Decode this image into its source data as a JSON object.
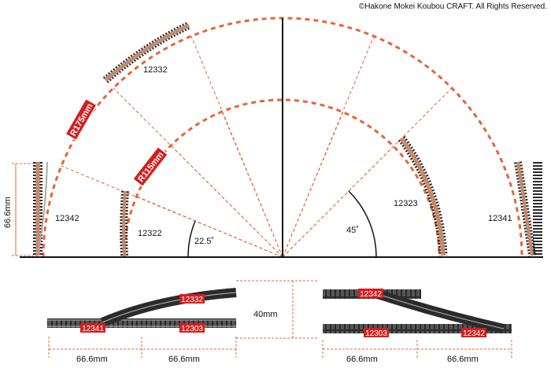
{
  "copyright": "©Hakone Mokei Koubou CRAFT. All Rights Reserved.",
  "radius_labels": {
    "outer": "R175mm",
    "inner": "R115mm"
  },
  "angle_labels": {
    "small": "22.5˚",
    "large": "45˚"
  },
  "part_numbers": {
    "outer_curve": "12332",
    "left_turnout": "12342",
    "inner_curve": "12322",
    "inner_right_curve": "12323",
    "right_turnout": "12341"
  },
  "dimensions": {
    "height": "66.6mm",
    "spacing": "40mm",
    "bottom_left_a": "66.6mm",
    "bottom_left_b": "66.6mm",
    "bottom_right_a": "66.6mm",
    "bottom_right_b": "66.6mm"
  },
  "layout_tags": {
    "left_turnout": "12341",
    "left_curve": "12332",
    "left_straight": "12303",
    "right_turnout_top": "12342",
    "right_straight": "12303",
    "right_turnout_bottom": "12342"
  },
  "colors": {
    "accent": "#e8643a",
    "tag": "#d41f1f",
    "track": "#2b2b2b",
    "rail": "#b8b8b8",
    "tie": "#c98a6a"
  }
}
